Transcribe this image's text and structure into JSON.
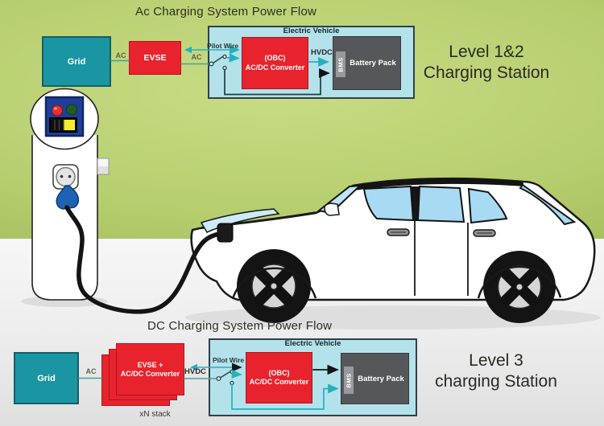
{
  "ac_diagram": {
    "title": "Ac Charging System Power Flow",
    "grid_label": "Grid",
    "ac_label_in": "AC",
    "evse_label": "EVSE",
    "ac_label_out": "AC",
    "pilot_wire_label": "Pilot Wire",
    "ev_box_title": "Electric Vehicle",
    "obc_line1": "(OBC)",
    "obc_line2": "AC/DC Converter",
    "hvdc_label": "HVDC",
    "bms_label": "BMS",
    "battery_label": "Battery Pack",
    "station_line1": "Level 1&2",
    "station_line2": "Charging Station"
  },
  "dc_diagram": {
    "title": "DC Charging System Power Flow",
    "grid_label": "Grid",
    "ac_label": "AC",
    "evse_line1": "EVSE +",
    "evse_line2": "AC/DC Converter",
    "stack_note": "xN stack",
    "hvdc_label": "HVDC",
    "pilot_wire_label": "Pilot Wire",
    "ev_box_title": "Electric Vehicle",
    "obc_line1": "(OBC)",
    "obc_line2": "AC/DC Converter",
    "bms_label": "BMS",
    "battery_label": "Battery Pack",
    "station_line1": "Level 3",
    "station_line2": "charging Station"
  },
  "colors": {
    "background_green": "#b6cd6e",
    "ground": "#ececec",
    "box_teal": "#1a96a2",
    "box_red": "#e8232d",
    "ev_box_blue": "#b3e2ea",
    "battery_gray": "#56575a",
    "bms_gray": "#97999c",
    "arrow_teal": "#26b0bd",
    "line_dark": "#1d3d45",
    "station_panel_blue": "#1d3f9c",
    "indicator_red": "#e63030",
    "indicator_green": "#235c22",
    "battery_icon_yellow": "#f5ea2e",
    "plug_blue": "#1e62b5",
    "car_window_blue": "#a9daf3"
  }
}
